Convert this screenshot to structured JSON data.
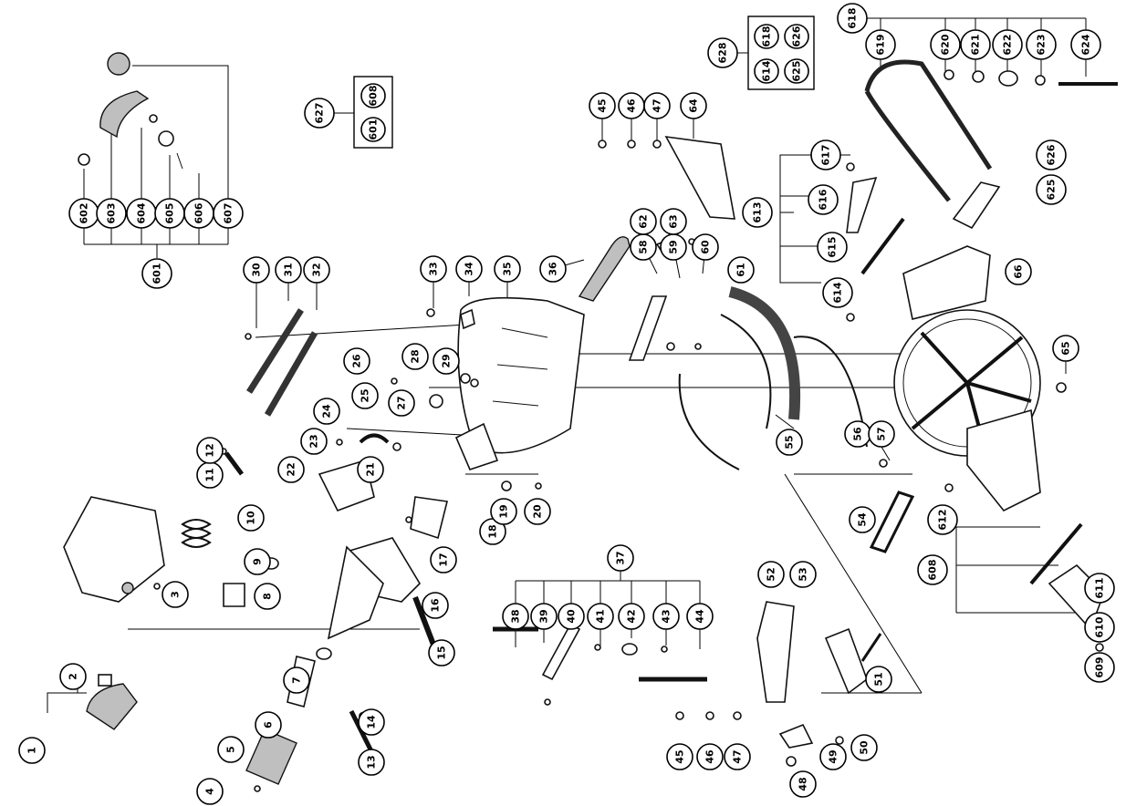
{
  "diagram": {
    "callouts": [
      {
        "id": "c1",
        "text": "1"
      },
      {
        "id": "c2",
        "text": "2"
      },
      {
        "id": "c3",
        "text": "3"
      },
      {
        "id": "c4",
        "text": "4"
      },
      {
        "id": "c5",
        "text": "5"
      },
      {
        "id": "c6",
        "text": "6"
      },
      {
        "id": "c7",
        "text": "7"
      },
      {
        "id": "c8",
        "text": "8"
      },
      {
        "id": "c9",
        "text": "9"
      },
      {
        "id": "c10",
        "text": "10"
      },
      {
        "id": "c11",
        "text": "11"
      },
      {
        "id": "c12",
        "text": "12"
      },
      {
        "id": "c13",
        "text": "13"
      },
      {
        "id": "c14",
        "text": "14"
      },
      {
        "id": "c15",
        "text": "15"
      },
      {
        "id": "c16",
        "text": "16"
      },
      {
        "id": "c17",
        "text": "17"
      },
      {
        "id": "c18",
        "text": "18"
      },
      {
        "id": "c19",
        "text": "19"
      },
      {
        "id": "c20",
        "text": "20"
      },
      {
        "id": "c21",
        "text": "21"
      },
      {
        "id": "c22",
        "text": "22"
      },
      {
        "id": "c23",
        "text": "23"
      },
      {
        "id": "c24",
        "text": "24"
      },
      {
        "id": "c25",
        "text": "25"
      },
      {
        "id": "c26",
        "text": "26"
      },
      {
        "id": "c27",
        "text": "27"
      },
      {
        "id": "c28",
        "text": "28"
      },
      {
        "id": "c29",
        "text": "29"
      },
      {
        "id": "c30",
        "text": "30"
      },
      {
        "id": "c31",
        "text": "31"
      },
      {
        "id": "c32",
        "text": "32"
      },
      {
        "id": "c33",
        "text": "33"
      },
      {
        "id": "c34",
        "text": "34"
      },
      {
        "id": "c35",
        "text": "35"
      },
      {
        "id": "c36",
        "text": "36"
      },
      {
        "id": "c37",
        "text": "37"
      },
      {
        "id": "c38",
        "text": "38"
      },
      {
        "id": "c39",
        "text": "39"
      },
      {
        "id": "c40",
        "text": "40"
      },
      {
        "id": "c41",
        "text": "41"
      },
      {
        "id": "c42",
        "text": "42"
      },
      {
        "id": "c43",
        "text": "43"
      },
      {
        "id": "c44",
        "text": "44"
      },
      {
        "id": "c45a",
        "text": "45"
      },
      {
        "id": "c46a",
        "text": "46"
      },
      {
        "id": "c47a",
        "text": "47"
      },
      {
        "id": "c45b",
        "text": "45"
      },
      {
        "id": "c46b",
        "text": "46"
      },
      {
        "id": "c47b",
        "text": "47"
      },
      {
        "id": "c48",
        "text": "48"
      },
      {
        "id": "c49",
        "text": "49"
      },
      {
        "id": "c50",
        "text": "50"
      },
      {
        "id": "c51",
        "text": "51"
      },
      {
        "id": "c52",
        "text": "52"
      },
      {
        "id": "c53",
        "text": "53"
      },
      {
        "id": "c54",
        "text": "54"
      },
      {
        "id": "c55",
        "text": "55"
      },
      {
        "id": "c56",
        "text": "56"
      },
      {
        "id": "c57",
        "text": "57"
      },
      {
        "id": "c58",
        "text": "58"
      },
      {
        "id": "c59",
        "text": "59"
      },
      {
        "id": "c60",
        "text": "60"
      },
      {
        "id": "c61",
        "text": "61"
      },
      {
        "id": "c62",
        "text": "62"
      },
      {
        "id": "c63",
        "text": "63"
      },
      {
        "id": "c64",
        "text": "64"
      },
      {
        "id": "c65",
        "text": "65"
      },
      {
        "id": "c66",
        "text": "66"
      },
      {
        "id": "c601",
        "text": "601"
      },
      {
        "id": "c602",
        "text": "602"
      },
      {
        "id": "c603",
        "text": "603"
      },
      {
        "id": "c604",
        "text": "604"
      },
      {
        "id": "c605",
        "text": "605"
      },
      {
        "id": "c606",
        "text": "606"
      },
      {
        "id": "c607",
        "text": "607"
      },
      {
        "id": "c608",
        "text": "608"
      },
      {
        "id": "c609",
        "text": "609"
      },
      {
        "id": "c610",
        "text": "610"
      },
      {
        "id": "c611",
        "text": "611"
      },
      {
        "id": "c612",
        "text": "612"
      },
      {
        "id": "c613",
        "text": "613"
      },
      {
        "id": "c614",
        "text": "614"
      },
      {
        "id": "c615",
        "text": "615"
      },
      {
        "id": "c616",
        "text": "616"
      },
      {
        "id": "c617",
        "text": "617"
      },
      {
        "id": "c618",
        "text": "618"
      },
      {
        "id": "c619",
        "text": "619"
      },
      {
        "id": "c620",
        "text": "620"
      },
      {
        "id": "c621",
        "text": "621"
      },
      {
        "id": "c622",
        "text": "622"
      },
      {
        "id": "c623",
        "text": "623"
      },
      {
        "id": "c624",
        "text": "624"
      },
      {
        "id": "c625",
        "text": "625"
      },
      {
        "id": "c626",
        "text": "626"
      },
      {
        "id": "c627",
        "text": "627"
      },
      {
        "id": "c628",
        "text": "628"
      }
    ],
    "kit_627": {
      "label": "627",
      "items": [
        "608",
        "601"
      ]
    },
    "kit_628": {
      "label": "628",
      "items": [
        "618",
        "614",
        "626",
        "625"
      ]
    }
  }
}
